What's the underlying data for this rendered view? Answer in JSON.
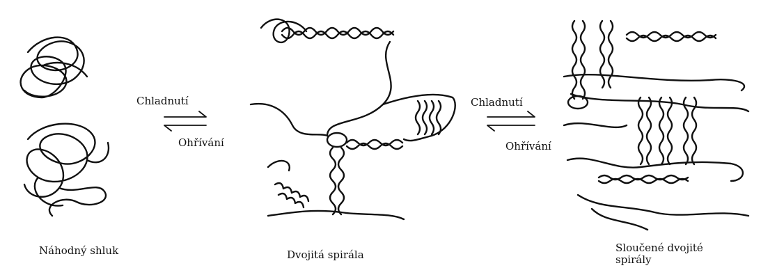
{
  "stages": [
    {
      "label": "Náhodný shluk"
    },
    {
      "label": "Dvojitá spirála"
    },
    {
      "label": "Sloučené dvojité spirály"
    }
  ],
  "transitions": [
    {
      "forward": "Chladnutí",
      "reverse": "Ohřívání"
    },
    {
      "forward": "Chladnutí",
      "reverse": "Ohřívání"
    }
  ]
}
